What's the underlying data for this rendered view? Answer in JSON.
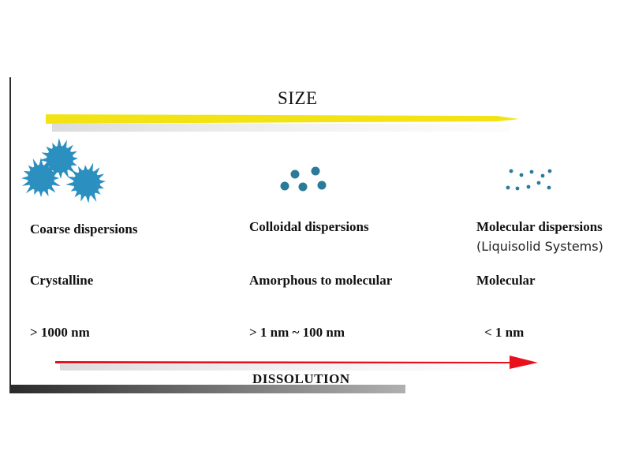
{
  "axis_top": {
    "label": "SIZE",
    "arrow_color": "#f3e315"
  },
  "axis_bottom": {
    "label": "DISSOLUTION",
    "arrow_color": "#e8101a"
  },
  "particle_color": "#2b8fc0",
  "dot_color": "#2a7a9a",
  "columns": [
    {
      "title": "Coarse dispersions",
      "state": "Crystalline",
      "size": "> 1000 nm"
    },
    {
      "title": "Colloidal dispersions",
      "state": "Amorphous to molecular",
      "size": "> 1 nm ~ 100 nm"
    },
    {
      "title": "Molecular dispersions",
      "subtitle": "(Liquisolid Systems)",
      "state": "Molecular",
      "size": "< 1 nm"
    }
  ]
}
